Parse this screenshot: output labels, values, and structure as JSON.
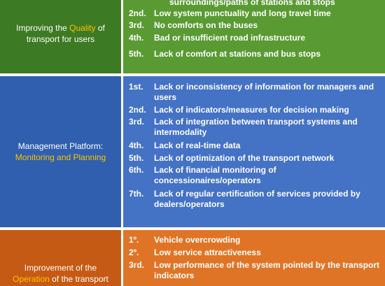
{
  "sections": [
    {
      "category": {
        "before": "Improving the ",
        "highlight": "Quality",
        "after": " of transport for users"
      },
      "items": [
        {
          "rank": "",
          "text": "surroundings/paths of stations and stops"
        },
        {
          "rank": "2nd.",
          "text": "Low system punctuality and long travel time"
        },
        {
          "rank": "3rd.",
          "text": "No comforts on the buses"
        },
        {
          "rank": "4th.",
          "text": "Bad or insufficient road infrastructure"
        },
        {
          "rank": "5th.",
          "text": "Lack of comfort at stations and bus stops"
        }
      ]
    },
    {
      "category": {
        "before": "Management Platform: ",
        "highlight": "Monitoring and Planning",
        "after": ""
      },
      "items": [
        {
          "rank": "1st.",
          "text": "Lack or inconsistency of information for managers and users"
        },
        {
          "rank": "2nd.",
          "text": "Lack of indicators/measures for decision making"
        },
        {
          "rank": "3rd.",
          "text": "Lack of integration between transport systems and intermodality"
        },
        {
          "rank": "4th.",
          "text": "Lack of real-time data"
        },
        {
          "rank": "5th.",
          "text": "Lack of optimization of the transport network"
        },
        {
          "rank": "6th.",
          "text": "Lack of financial monitoring of concessionaires/operators"
        },
        {
          "rank": "7th.",
          "text": "Lack of regular certification of services provided by dealers/operators"
        }
      ]
    },
    {
      "category": {
        "before": "Improvement of the ",
        "highlight": "Operation",
        "after": " of the transport"
      },
      "items": [
        {
          "rank": "1º.",
          "text": "Vehicle overcrowding"
        },
        {
          "rank": "2º.",
          "text": "Low service attractiveness"
        },
        {
          "rank": "3rd.",
          "text": "Low performance of the system pointed by the transport indicators"
        }
      ]
    }
  ]
}
